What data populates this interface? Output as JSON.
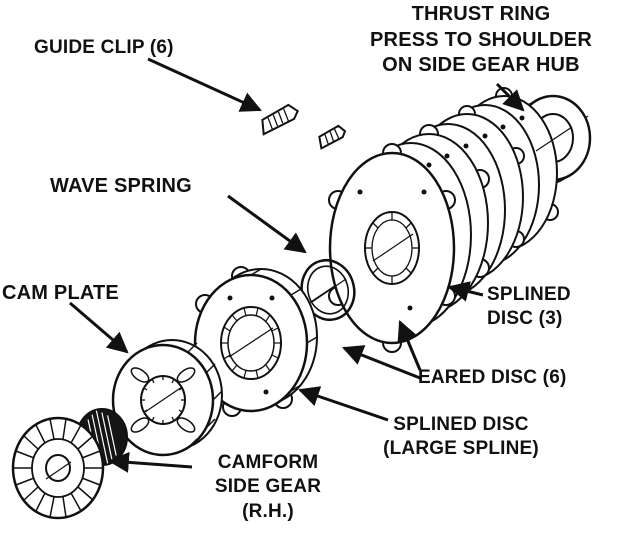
{
  "diagram": {
    "background": "#ffffff",
    "ink": "#111111",
    "labels": {
      "guide_clip": "GUIDE CLIP (6)",
      "thrust_ring": "THRUST RING\nPRESS TO SHOULDER\nON SIDE GEAR HUB",
      "wave_spring": "WAVE SPRING",
      "cam_plate": "CAM PLATE",
      "splined_disc_3": "SPLINED\nDISC (3)",
      "eared_disc": "EARED DISC (6)",
      "splined_disc_large": "SPLINED DISC\n(LARGE SPLINE)",
      "camform_side_gear": "CAMFORM\nSIDE GEAR\n(R.H.)"
    }
  }
}
